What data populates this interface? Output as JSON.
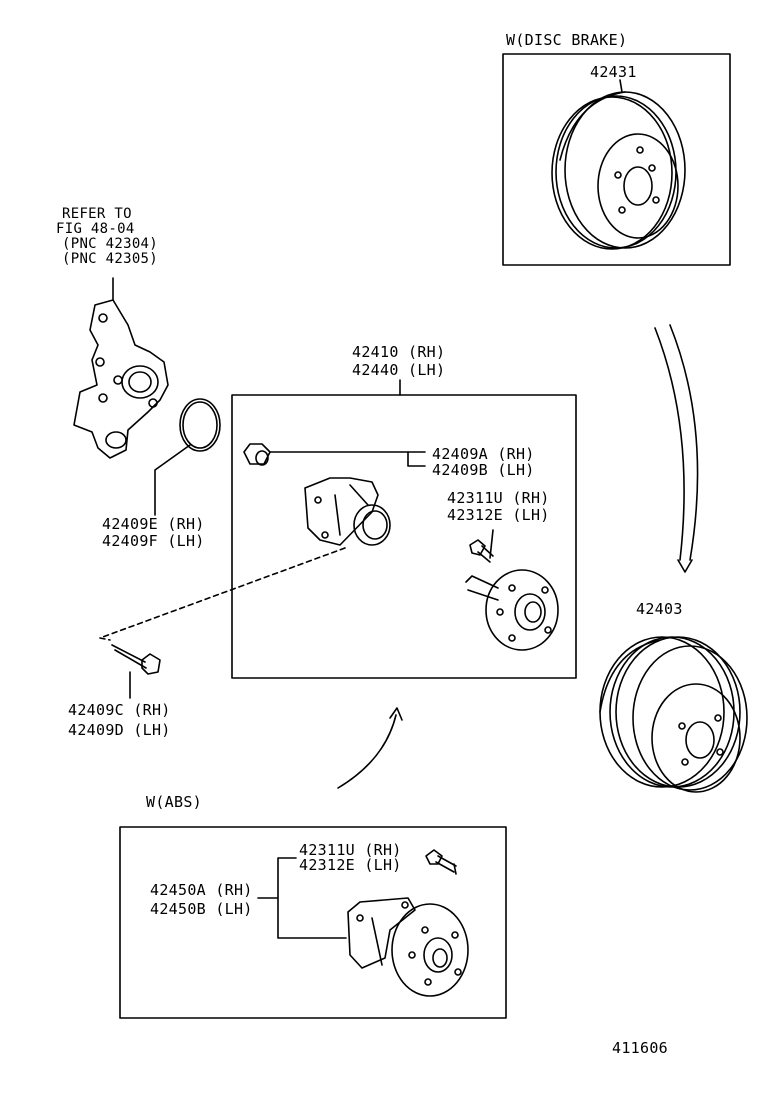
{
  "disc_brake": {
    "header": "W(DISC BRAKE)",
    "part": "42431"
  },
  "knuckle": {
    "ref_lines": [
      "REFER TO",
      "FIG 48-04",
      "(PNC 42304)",
      "(PNC 42305)"
    ]
  },
  "seal": {
    "rh": "42409E (RH)",
    "lh": "42409F (LH)"
  },
  "bolt": {
    "rh": "42409C (RH)",
    "lh": "42409D (LH)"
  },
  "hub_assy": {
    "rh": "42410 (RH)",
    "lh": "42440 (LH)",
    "nut_rh": "42409A (RH)",
    "nut_lh": "42409B (LH)",
    "stud_rh": "42311U (RH)",
    "stud_lh": "42312E (LH)"
  },
  "drum": {
    "part": "42403"
  },
  "abs": {
    "header": "W(ABS)",
    "stud_rh": "42311U (RH)",
    "stud_lh": "42312E (LH)",
    "hub_rh": "42450A (RH)",
    "hub_lh": "42450B (LH)"
  },
  "diagram_id": "411606"
}
